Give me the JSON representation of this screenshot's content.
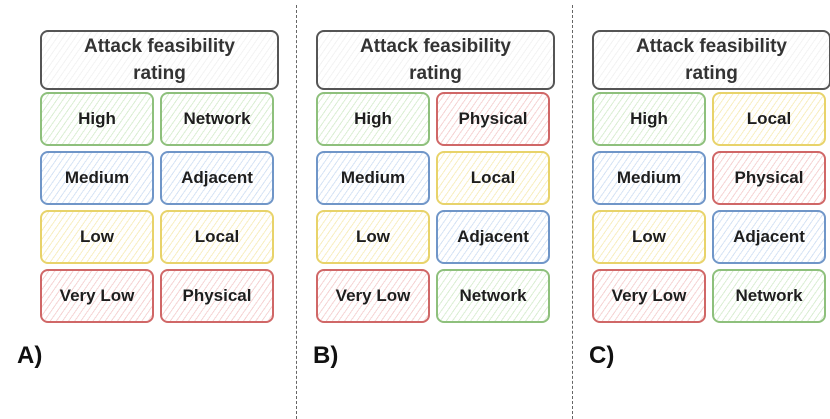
{
  "header_title": "Attack feasibility rating",
  "panels": [
    {
      "label": "A)",
      "rows": [
        {
          "rating": "High",
          "rating_color": "green",
          "vector": "Network",
          "vector_color": "green"
        },
        {
          "rating": "Medium",
          "rating_color": "blue",
          "vector": "Adjacent",
          "vector_color": "blue"
        },
        {
          "rating": "Low",
          "rating_color": "yellow",
          "vector": "Local",
          "vector_color": "yellow"
        },
        {
          "rating": "Very Low",
          "rating_color": "red",
          "vector": "Physical",
          "vector_color": "red"
        }
      ]
    },
    {
      "label": "B)",
      "rows": [
        {
          "rating": "High",
          "rating_color": "green",
          "vector": "Physical",
          "vector_color": "red"
        },
        {
          "rating": "Medium",
          "rating_color": "blue",
          "vector": "Local",
          "vector_color": "yellow"
        },
        {
          "rating": "Low",
          "rating_color": "yellow",
          "vector": "Adjacent",
          "vector_color": "blue"
        },
        {
          "rating": "Very Low",
          "rating_color": "red",
          "vector": "Network",
          "vector_color": "green"
        }
      ]
    },
    {
      "label": "C)",
      "rows": [
        {
          "rating": "High",
          "rating_color": "green",
          "vector": "Local",
          "vector_color": "yellow"
        },
        {
          "rating": "Medium",
          "rating_color": "blue",
          "vector": "Physical",
          "vector_color": "red"
        },
        {
          "rating": "Low",
          "rating_color": "yellow",
          "vector": "Adjacent",
          "vector_color": "blue"
        },
        {
          "rating": "Very Low",
          "rating_color": "red",
          "vector": "Network",
          "vector_color": "green"
        }
      ]
    }
  ]
}
